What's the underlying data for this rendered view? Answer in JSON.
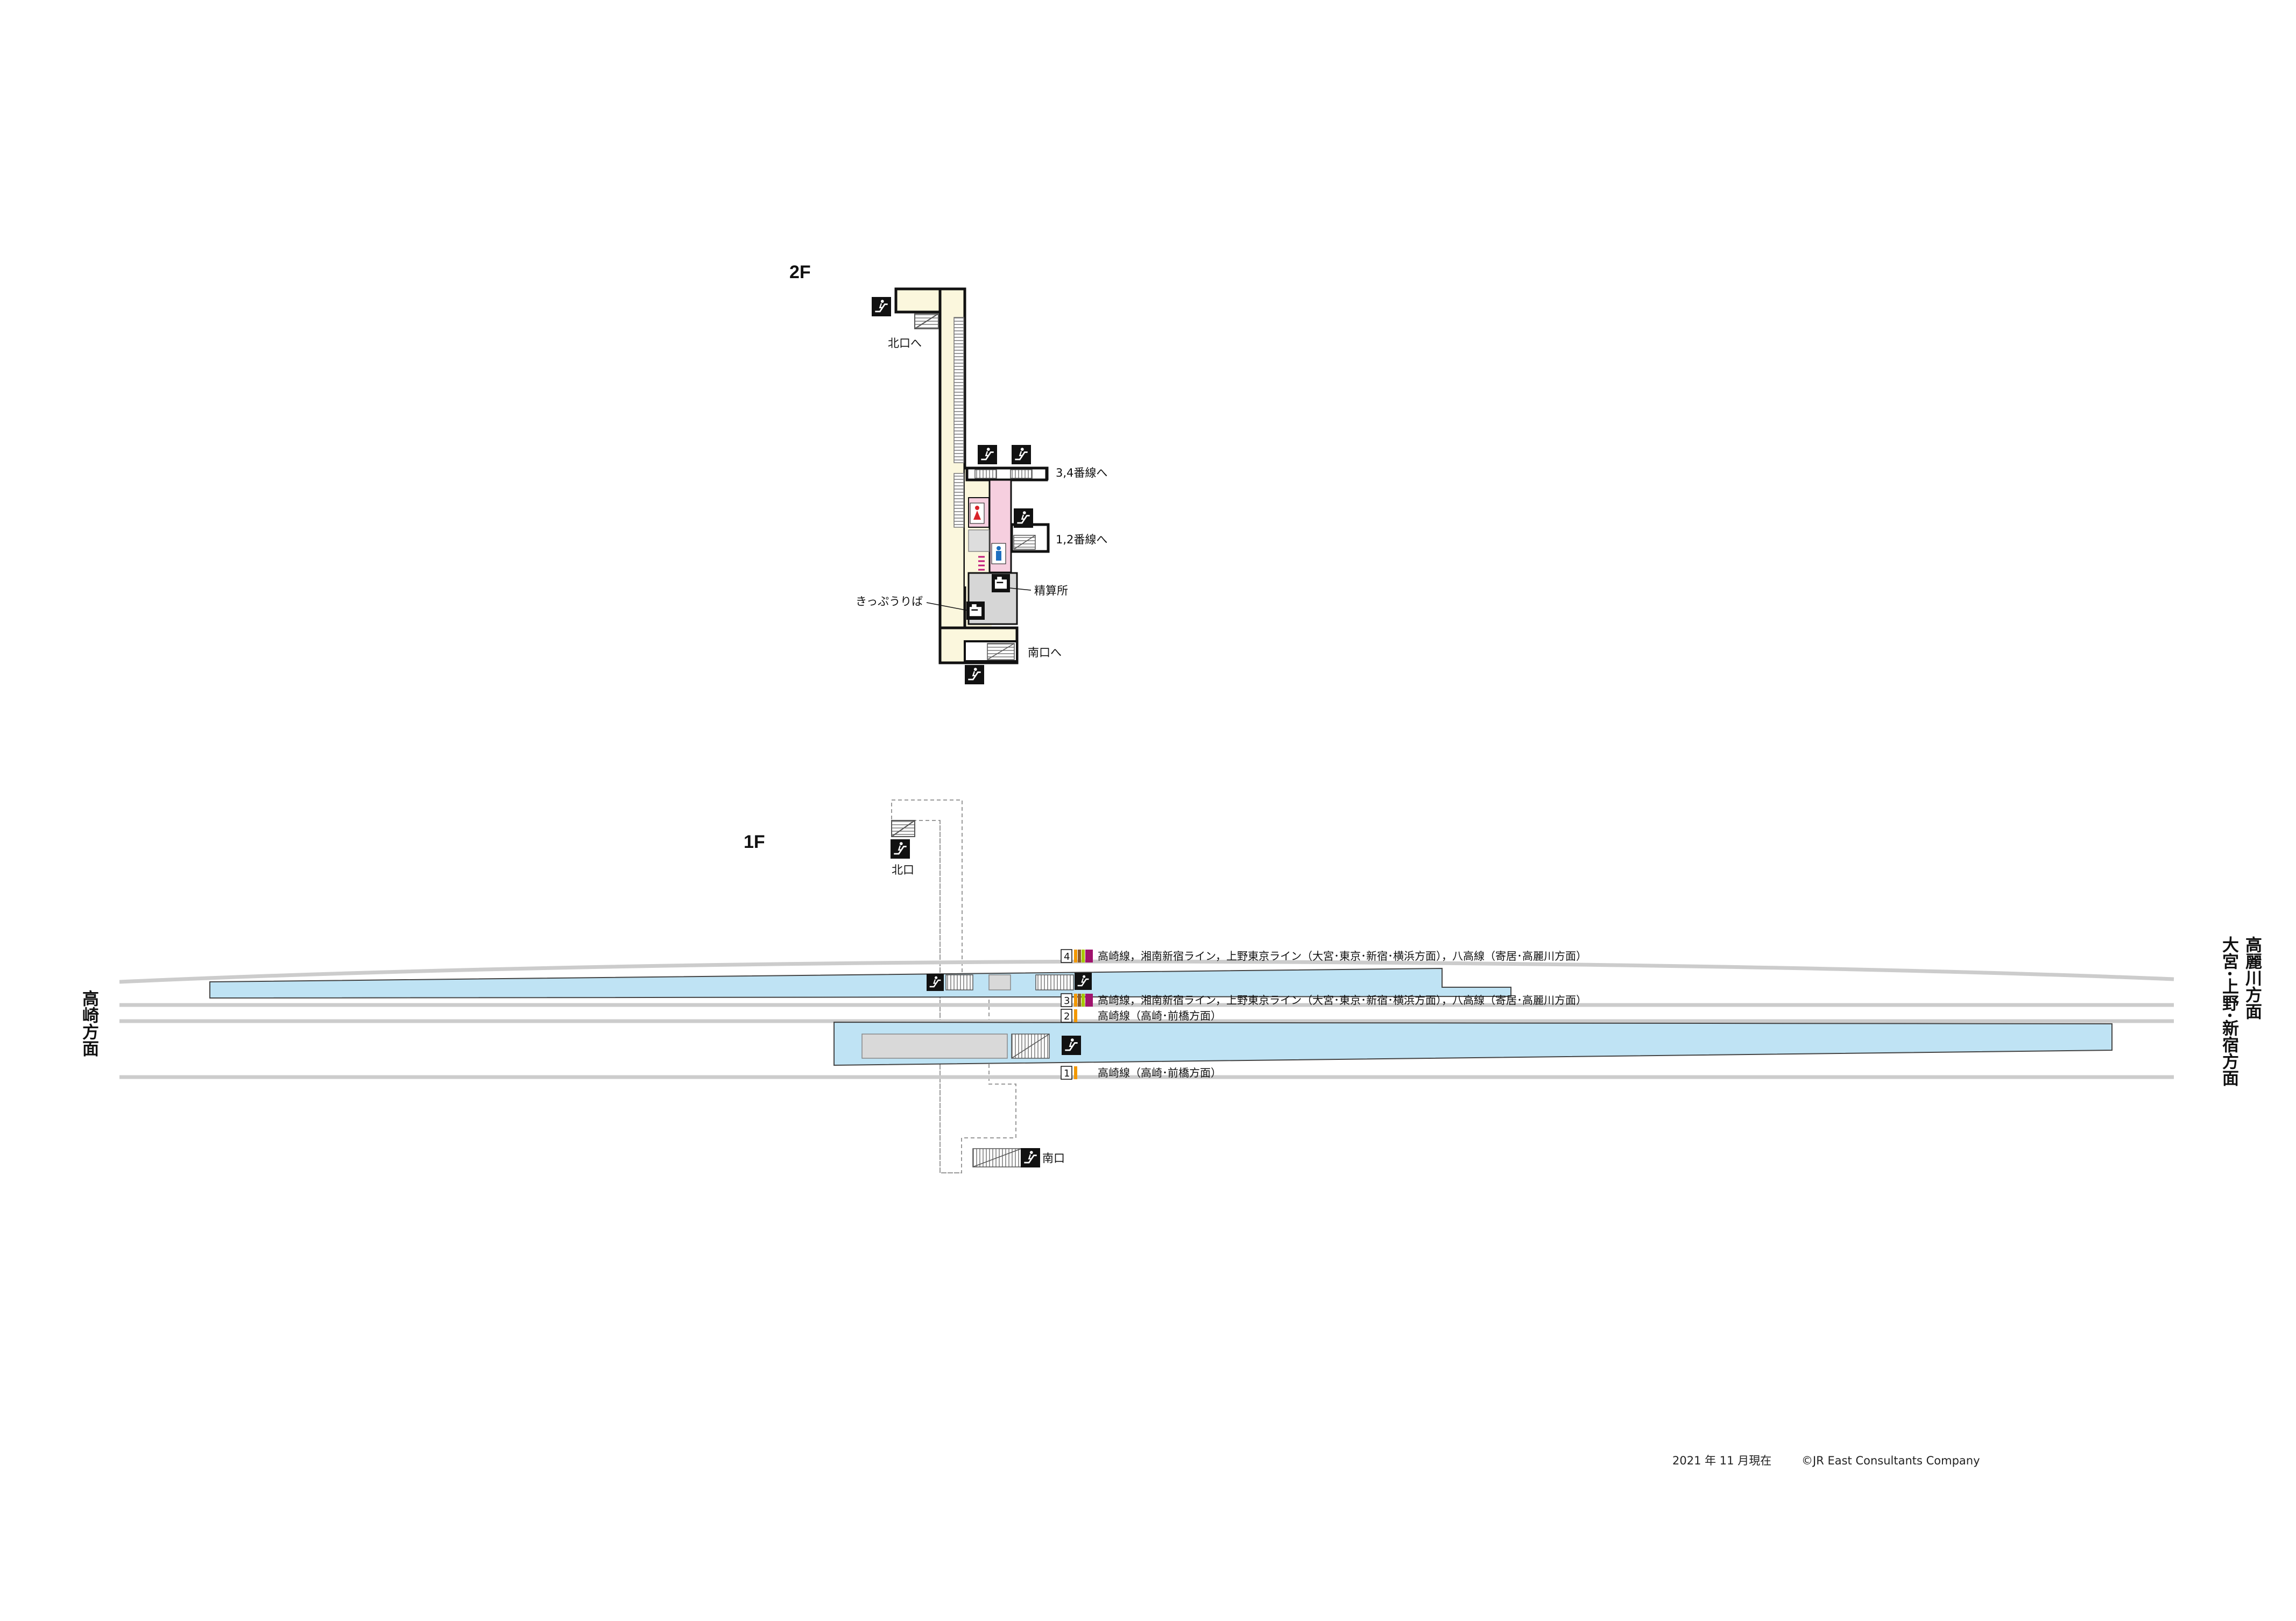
{
  "floors": {
    "upper": "2F",
    "ground": "1F"
  },
  "labels_2f": {
    "north_exit_to": "北口へ",
    "platform_34_to": "3,4番線へ",
    "platform_12_to": "1,2番線へ",
    "fare_adjustment": "精算所",
    "ticket_sales": "きっぷうりば",
    "south_exit_to": "南口へ"
  },
  "labels_1f": {
    "north_exit": "北口",
    "south_exit": "南口"
  },
  "tracks": [
    {
      "number": "4",
      "description": "高崎線，湘南新宿ライン，上野東京ライン（大宮･東京･新宿･横浜方面），八高線（寄居･高麗川方面）"
    },
    {
      "number": "3",
      "description": "高崎線，湘南新宿ライン，上野東京ライン（大宮･東京･新宿･横浜方面），八高線（寄居･高麗川方面）"
    },
    {
      "number": "2",
      "description": "高崎線（高崎･前橋方面）"
    },
    {
      "number": "1",
      "description": "高崎線（高崎･前橋方面）"
    }
  ],
  "directions": {
    "west": "高崎方面",
    "east_a": "高麗川方面",
    "east_b": "大宮･上野･新宿方面"
  },
  "footer": {
    "date": "2021 年 11 月現在",
    "copyright": "©JR East Consultants Company"
  },
  "colors": {
    "platform": "#bfe3f4",
    "concourse": "#fbf7dd",
    "restroom": "#f6cfdf",
    "outline": "#111111",
    "track": "#cccccc",
    "line_orange": "#f39800",
    "line_magenta": "#a0146e",
    "line_yellowgreen": "#a8c800",
    "line_brown": "#8b5a2b",
    "women_icon": "#d9232a",
    "men_icon": "#1e6fc0"
  },
  "icons": [
    "stairs-icon",
    "escalator-icon",
    "elevator-icon",
    "women-restroom-icon",
    "men-restroom-icon",
    "ticket-machine-icon"
  ]
}
